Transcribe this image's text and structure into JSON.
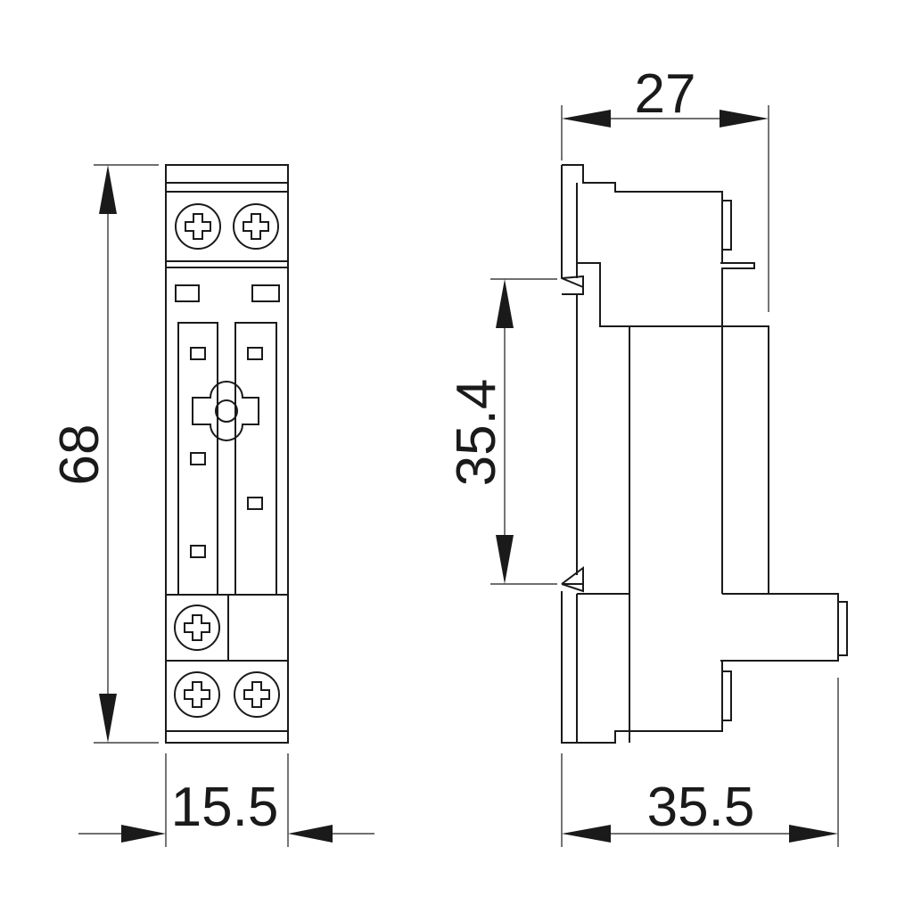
{
  "drawing": {
    "colors": {
      "line": "#1a1a1a",
      "background": "#ffffff"
    },
    "front_view": {
      "height_dimension": "68",
      "width_dimension": "15.5"
    },
    "side_view": {
      "top_dimension": "27",
      "rail_dimension": "35.4",
      "bottom_dimension": "35.5"
    }
  }
}
